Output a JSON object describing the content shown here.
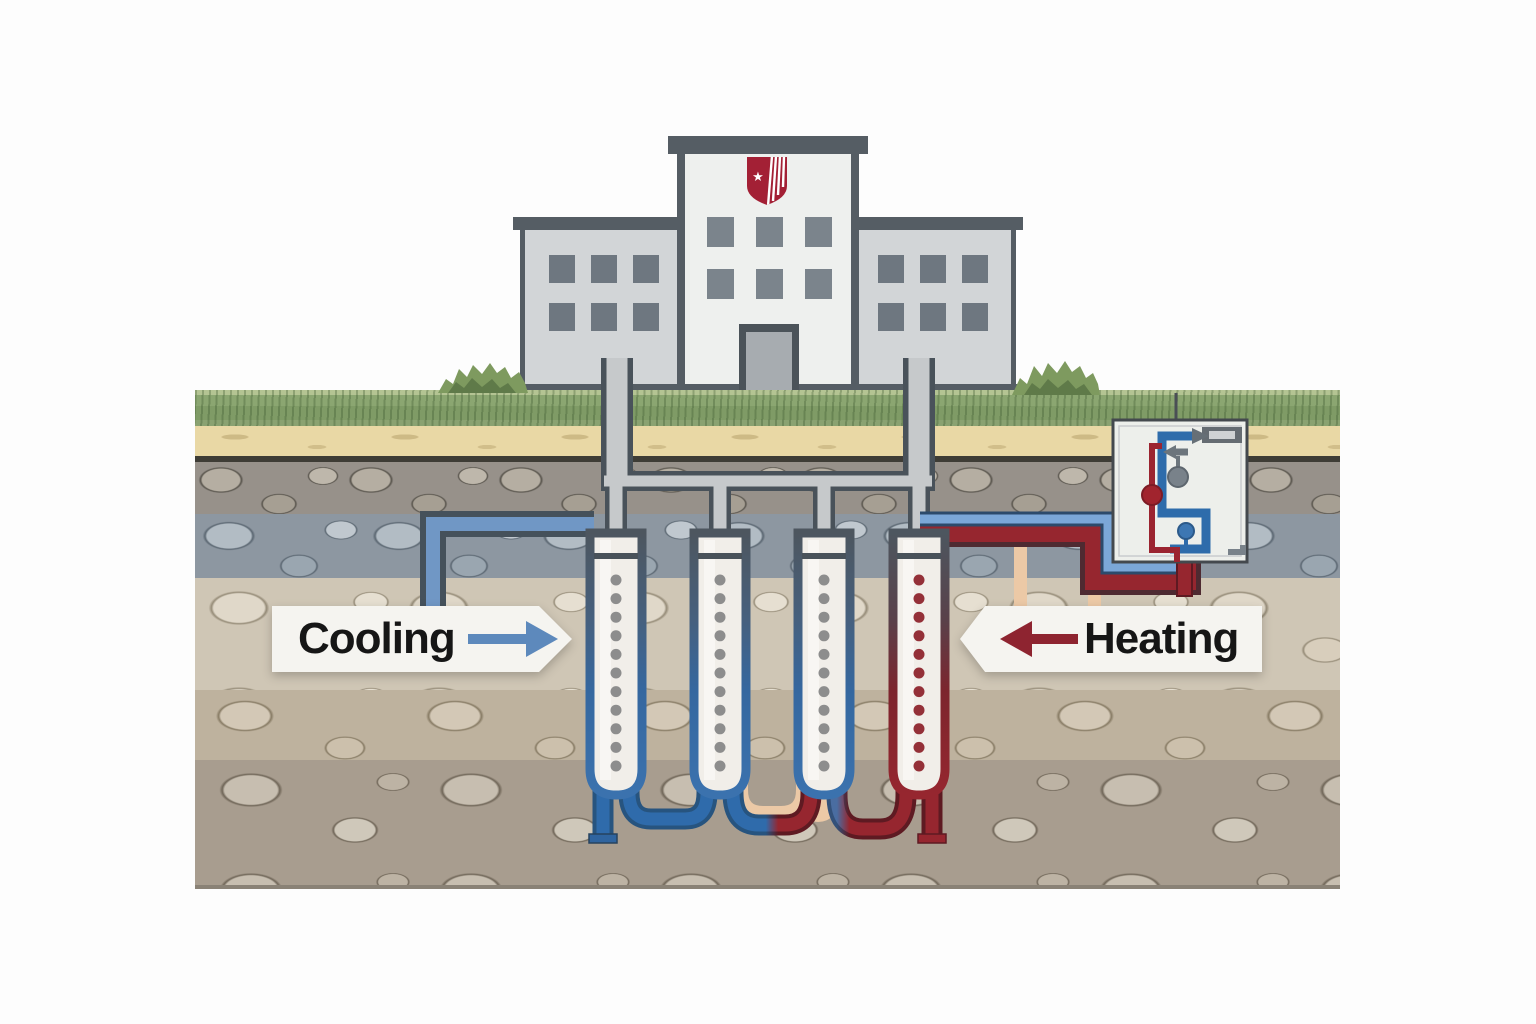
{
  "scene": {
    "description": "Geothermal ground-source heating and cooling system cross-section diagram",
    "labels": {
      "cooling": "Cooling",
      "heating": "Heating"
    },
    "arrows": {
      "cooling_direction": "right",
      "heating_direction": "left"
    },
    "building": {
      "crest_icon": "university-shield",
      "crest_color": "#a32035"
    },
    "boreholes": {
      "count": 4,
      "dots_per_borehole": 11,
      "left_loop_color": "#2f6bab",
      "right_loop_color": "#96262f"
    },
    "heat_pump_unit": {
      "display_icon": "display-panel",
      "valves": [
        "red-valve",
        "gray-valve",
        "blue-valve"
      ]
    },
    "colors": {
      "cooling_blue": "#5d89bc",
      "heating_red": "#8e2430",
      "pipe_gray": "#c6c9cb",
      "pipe_outline": "#49525a",
      "grass_green": "#8aa671",
      "sand_tan": "#e9d8a5",
      "banner_bg": "#f5f4f0"
    }
  }
}
